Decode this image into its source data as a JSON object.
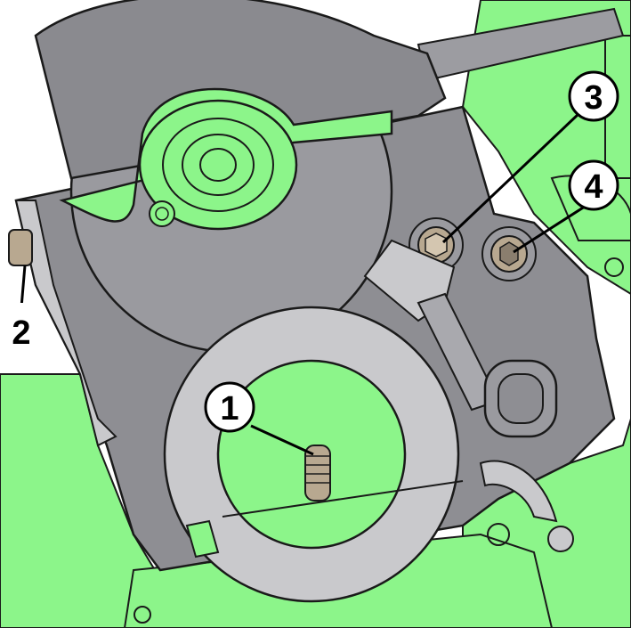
{
  "colors": {
    "background": "#ffffff",
    "engine_green": "#8cf58a",
    "cover_grey": "#8e8e93",
    "cover_light": "#c9c9cc",
    "cover_dark": "#5e5e63",
    "outline": "#1a1a1a",
    "bolt_brass": "#b8a890"
  },
  "callouts": [
    {
      "label": "1",
      "part": "pin"
    },
    {
      "label": "2",
      "part": "side-bolt"
    },
    {
      "label": "3",
      "part": "bolt"
    },
    {
      "label": "4",
      "part": "bolt"
    }
  ]
}
